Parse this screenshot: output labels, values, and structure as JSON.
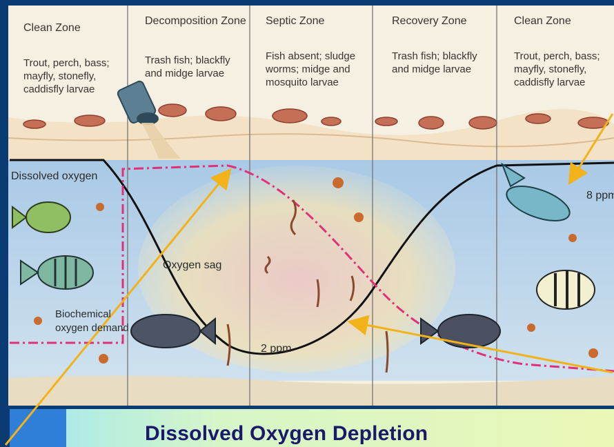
{
  "title": "Dissolved Oxygen Depletion",
  "zones": [
    {
      "name": "Clean Zone",
      "description": "Trout, perch, bass; mayfly, stonefly, caddisfly larvae"
    },
    {
      "name": "Decomposition Zone",
      "description": "Trash fish; blackfly and midge larvae"
    },
    {
      "name": "Septic Zone",
      "description": "Fish absent; sludge worms; midge and mosquito larvae"
    },
    {
      "name": "Recovery Zone",
      "description": "Trash fish; blackfly and midge larvae"
    },
    {
      "name": "Clean Zone",
      "description": "Trout, perch, bass; mayfly, stonefly, caddisfly larvae"
    }
  ],
  "labels": {
    "dissolved_oxygen": "Dissolved oxygen",
    "bod_line1": "Biochemical",
    "bod_line2": "oxygen demand",
    "oxygen_sag": "Oxygen sag",
    "low_ppm": "2 ppm",
    "high_ppm": "8 ppm"
  },
  "colors": {
    "do_curve": "#111111",
    "bod_curve": "#e0307a",
    "arrow": "#f2b21a",
    "water": "#b9d4ea",
    "title_text": "#1a1a6a"
  }
}
